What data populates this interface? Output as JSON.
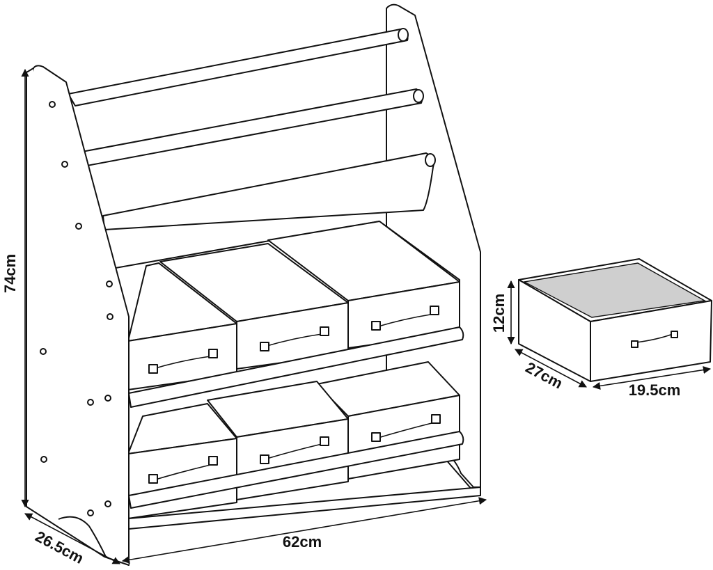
{
  "shelf_dimensions": {
    "height": "74cm",
    "depth": "26.5cm",
    "width": "62cm"
  },
  "bin_dimensions": {
    "height": "12cm",
    "depth": "27cm",
    "width": "19.5cm"
  },
  "colors": {
    "line": "#111111",
    "background": "#ffffff",
    "bin_interior": "#cfcfcf"
  }
}
